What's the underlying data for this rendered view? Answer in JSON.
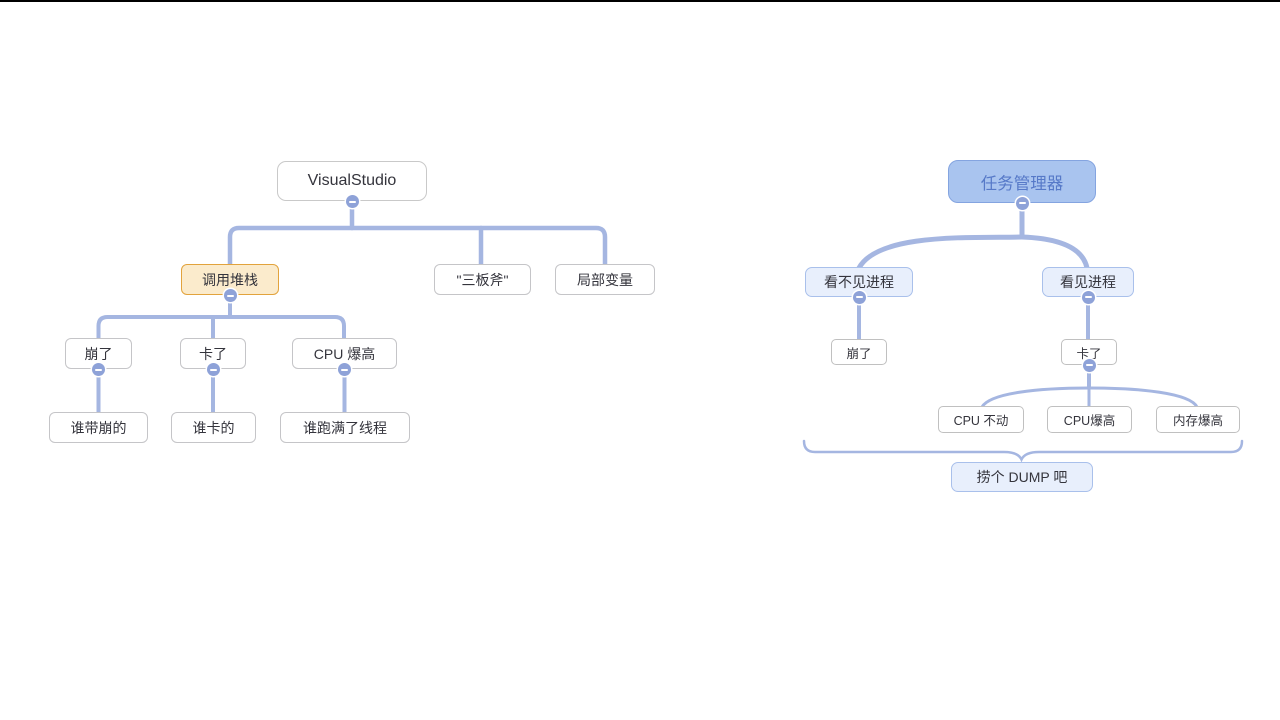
{
  "app": {
    "view": "mind-map-canvas"
  },
  "colors": {
    "connector": "#A5B6E1",
    "collapse_button": "#8EA2D8",
    "left_root_border": "#C9C9C9",
    "highlight_fill": "#FBEBCC",
    "highlight_border": "#E2A33C",
    "right_root_fill": "#A9C4EF",
    "right_root_border": "#84A4E0",
    "right_root_text": "#5679C8",
    "blue_node_fill": "#E8EFFC",
    "blue_node_border": "#A9C0EB",
    "node_text": "#34343C",
    "top_edge_bar": "#000000"
  },
  "icons": {
    "collapse": "minus-circle-icon"
  },
  "left_map": {
    "root": "VisualStudio",
    "call_stack": "调用堆栈",
    "three_axes": "\"三板斧\"",
    "local_vars": "局部变量",
    "crashed": "崩了",
    "stuck": "卡了",
    "cpu_high": "CPU 爆高",
    "who_crashed": "谁带崩的",
    "who_stuck": "谁卡的",
    "who_filled_threads": "谁跑满了线程"
  },
  "right_map": {
    "root": "任务管理器",
    "invisible_process": "看不见进程",
    "visible_process": "看见进程",
    "crashed": "崩了",
    "stuck": "卡了",
    "cpu_idle": "CPU 不动",
    "cpu_high": "CPU爆高",
    "mem_high": "内存爆高",
    "summary": "捞个 DUMP 吧"
  }
}
